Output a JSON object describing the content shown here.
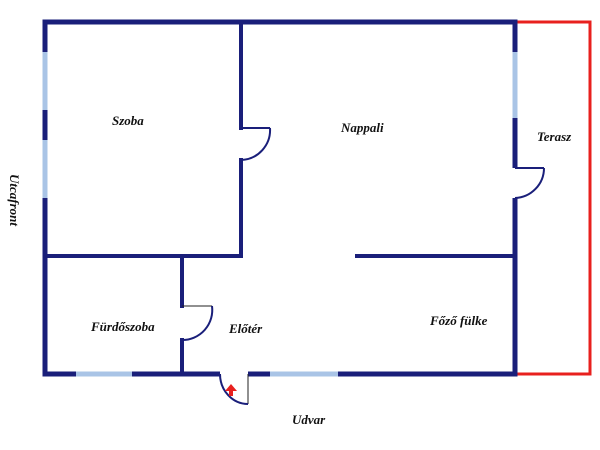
{
  "plan": {
    "rooms": {
      "szoba": "Szoba",
      "nappali": "Nappali",
      "terasz": "Terasz",
      "furdoszoba": "Fürdőszoba",
      "eloter": "Előtér",
      "fozo_fulke": "Főző fülke"
    },
    "sides": {
      "street": "Utcafront",
      "yard": "Udvar"
    },
    "colors": {
      "wall": "#1a1f7a",
      "window": "#a9c4e6",
      "terrace": "#e8201e",
      "door_arc": "#1a1f7a",
      "door_thin": "#222222",
      "entrance_arrow": "#e8201e",
      "text": "#111111"
    }
  }
}
